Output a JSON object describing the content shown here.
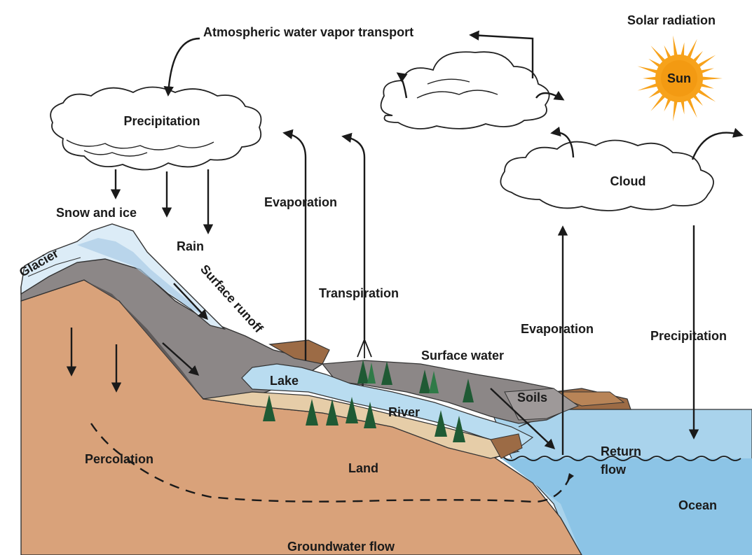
{
  "labels": {
    "atmospheric_transport": "Atmospheric water vapor transport",
    "solar_radiation": "Solar radiation",
    "sun": "Sun",
    "precipitation_cloud": "Precipitation",
    "cloud": "Cloud",
    "snow_and_ice": "Snow and ice",
    "glacier": "Glacier",
    "rain": "Rain",
    "surface_runoff": "Surface runoff",
    "evaporation_land": "Evaporation",
    "transpiration": "Transpiration",
    "evaporation_ocean": "Evaporation",
    "precipitation_ocean": "Precipitation",
    "surface_water": "Surface water",
    "lake": "Lake",
    "soils": "Soils",
    "river": "River",
    "return_flow_1": "Return",
    "return_flow_2": "flow",
    "percolation": "Percolation",
    "land": "Land",
    "ocean": "Ocean",
    "groundwater_flow": "Groundwater flow"
  },
  "colors": {
    "land": "#d9a27a",
    "land_dark": "#9c6b45",
    "rock": "#8c8787",
    "rock_dark": "#5e5a5a",
    "ice": "#dcecf7",
    "ice_edge": "#a9cce6",
    "ocean": "#a9d3ec",
    "ocean_deep": "#8cc4e6",
    "lake": "#b9dcf0",
    "soil_tan": "#e6cda8",
    "sun": "#f7a21b",
    "sun_core": "#f39a12"
  },
  "icons": [
    "sun-icon",
    "cloud-icon",
    "tree-icon"
  ]
}
